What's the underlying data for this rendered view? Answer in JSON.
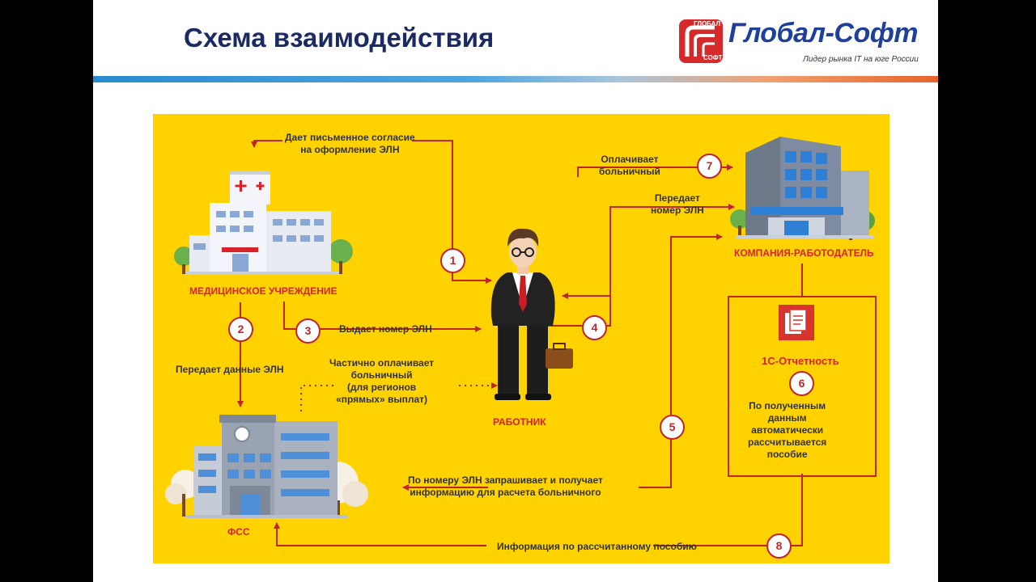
{
  "slide": {
    "title": "Схема взаимодействия",
    "logo": {
      "brand": "Глобал-Софт",
      "tagline": "Лидер рынка IT на юге России",
      "mark_top": "ГЛОБАЛ",
      "mark_bottom": "СОФТ"
    }
  },
  "diagram": {
    "entities": {
      "medical": "МЕДИЦИНСКОЕ УЧРЕЖДЕНИЕ",
      "employee": "РАБОТНИК",
      "employer": "КОМПАНИЯ-РАБОТОДАТЕЛЬ",
      "fss": "ФСС",
      "reporting": "1С-Отчетность"
    },
    "steps": {
      "s1": {
        "num": "1",
        "text": "Дает письменное согласие\nна оформление ЭЛН"
      },
      "s2": {
        "num": "2",
        "text": "Передает данные ЭЛН"
      },
      "s3": {
        "num": "3",
        "text": "Выдает номер ЭЛН"
      },
      "s4": {
        "num": "4",
        "text": "Передает\nномер ЭЛН"
      },
      "s5": {
        "num": "5",
        "text": "По номеру ЭЛН запрашивает и получает\nинформацию для расчета больничного"
      },
      "s6": {
        "num": "6",
        "text": "По полученным\nданным\nавтоматически\nрассчитывается\nпособие"
      },
      "s7": {
        "num": "7",
        "text": "Оплачивает\nбольничный"
      },
      "s8": {
        "num": "8",
        "text": "Информация по рассчитанному пособию"
      },
      "partial": "Частично оплачивает\nбольничный\n(для регионов\n«прямых» выплат)"
    },
    "colors": {
      "background": "#ffd200",
      "line": "#c0252b",
      "label": "#d8222a",
      "text": "#333333"
    }
  }
}
